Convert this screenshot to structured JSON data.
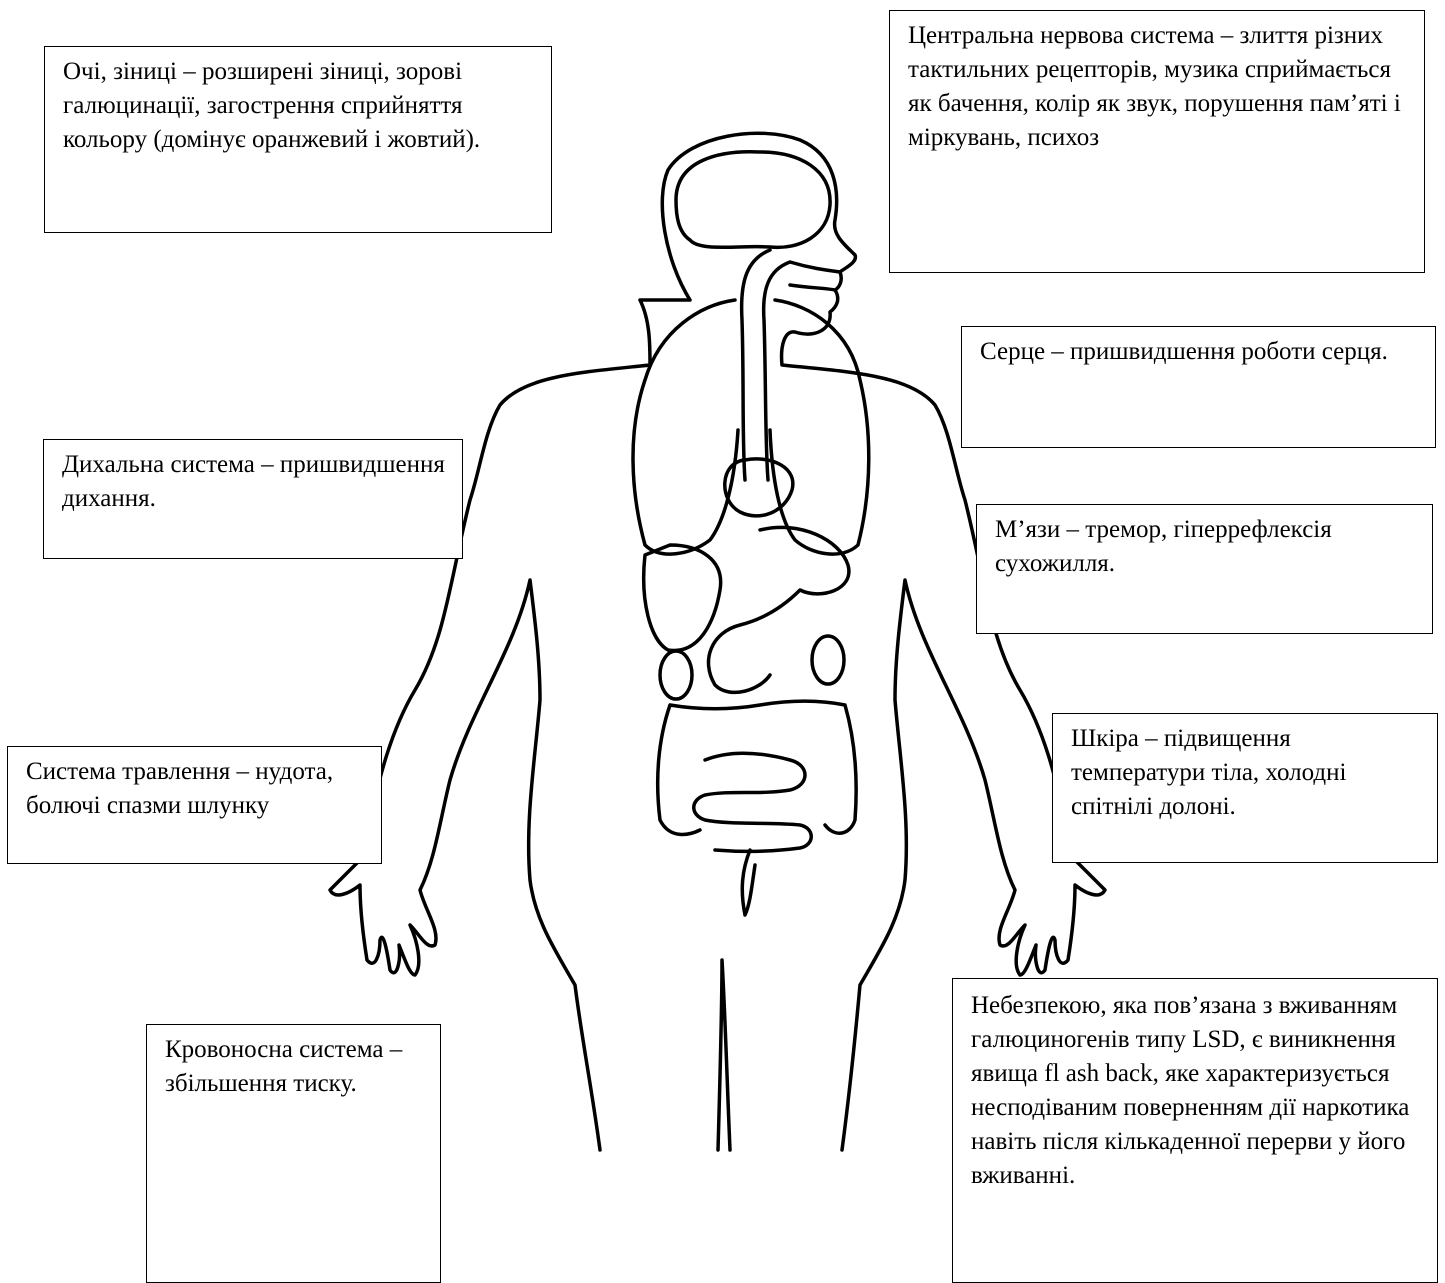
{
  "labels": {
    "eyes": "Очі, зіниці – розширені зіниці, зорові галюцинації, загострення сприйняття кольору (домінує оранжевий і жовтий).",
    "cns": "Центральна нервова система – злиття різних тактильних рецепторів, музика сприймається як бачення, колір як звук, порушення пам’яті і міркувань, психоз",
    "heart": "Серце – пришвидшення роботи серця.",
    "respiratory": "Дихальна система – пришвидшення дихання.",
    "muscles": "М’язи – тремор, гіперрефлексія сухожилля.",
    "digestive": "Система травлення – нудота, болючі спазми шлунку",
    "skin": "Шкіра – підвищення температури тіла, холодні спітнілі долоні.",
    "flashback": "Небезпекою, яка пов’язана з вживанням галюциногенів типу LSD, є виникнення явища fl ash back, яке характеризується несподіваним поверненням дії наркотика навіть після кількаденної перерви у його вживанні.",
    "circulatory": "Кровоносна система – збільшення тиску."
  }
}
